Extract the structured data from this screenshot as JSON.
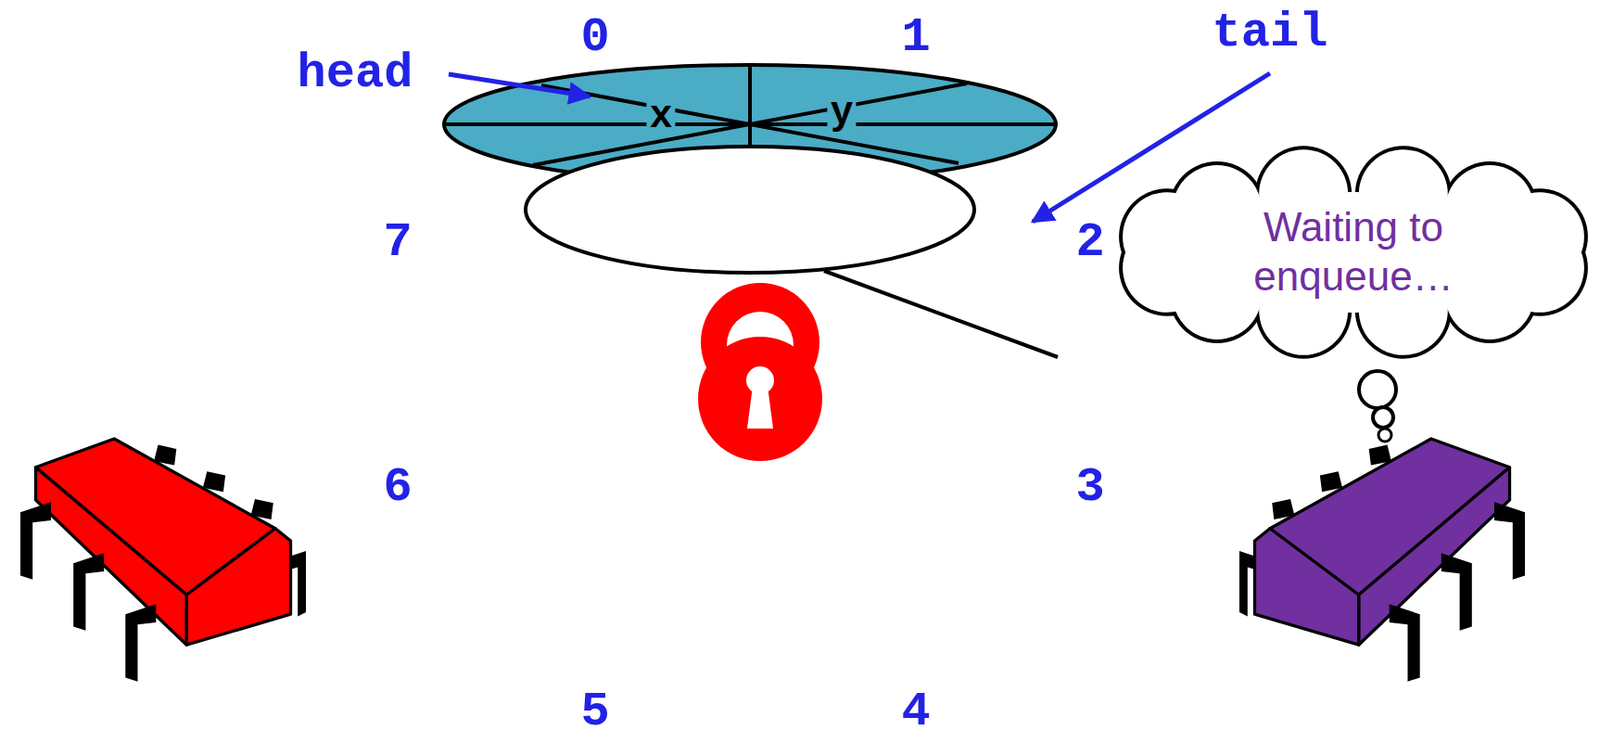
{
  "diagram": {
    "nodes": [
      {
        "text": [
          "Waiting to enqueue…"
        ]
      }
    ],
    "labels": [
      "0",
      "1",
      "head",
      "tail",
      "x",
      "y",
      "7",
      "2",
      "6",
      "3",
      "5",
      "4"
    ]
  }
}
